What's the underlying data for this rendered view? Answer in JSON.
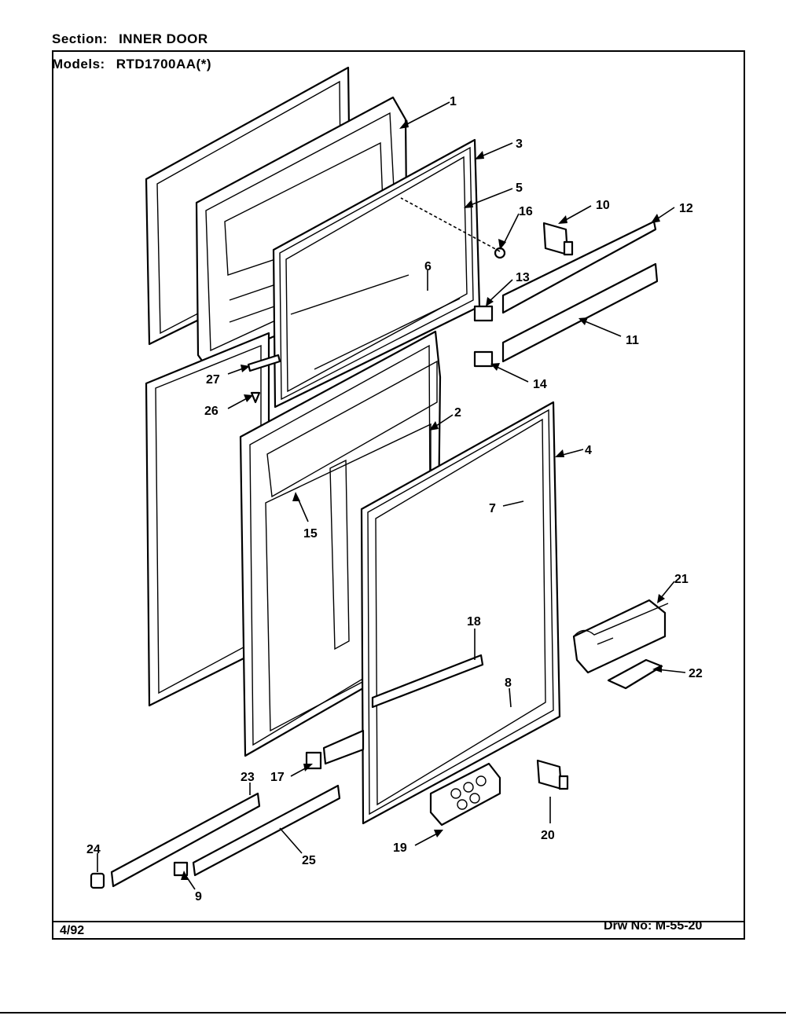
{
  "header": {
    "section_label": "Section:",
    "section_value": "INNER DOOR",
    "models_label": "Models:",
    "models_value": "RTD1700AA(*)"
  },
  "footer": {
    "date": "4/92",
    "drawing_number": "Drw No: M-55-20"
  },
  "callouts": {
    "c1": "1",
    "c2": "2",
    "c3": "3",
    "c4": "4",
    "c5": "5",
    "c6": "6",
    "c7": "7",
    "c8": "8",
    "c9": "9",
    "c10": "10",
    "c11": "11",
    "c12": "12",
    "c13": "13",
    "c14": "14",
    "c15": "15",
    "c16": "16",
    "c17": "17",
    "c18": "18",
    "c19": "19",
    "c20": "20",
    "c21": "21",
    "c22": "22",
    "c23": "23",
    "c24": "24",
    "c25": "25",
    "c26": "26",
    "c27": "27"
  }
}
